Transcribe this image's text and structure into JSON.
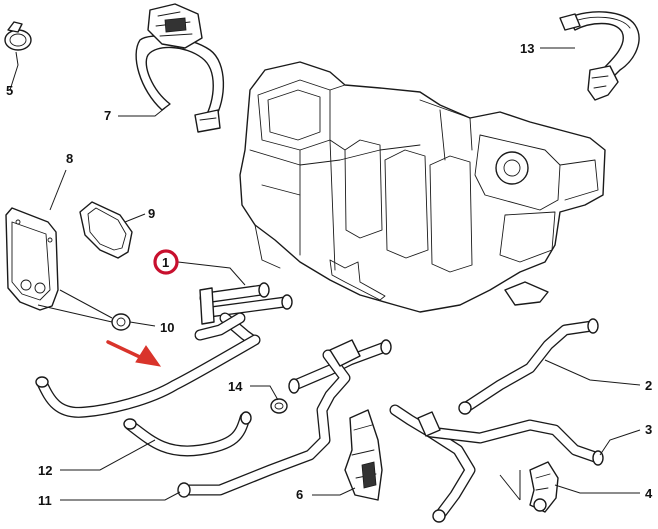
{
  "callouts": {
    "c1": "1",
    "c2": "2",
    "c3": "3",
    "c4": "4",
    "c5": "5",
    "c6": "6",
    "c7": "7",
    "c8": "8",
    "c9": "9",
    "c10": "10",
    "c11": "11",
    "c12": "12",
    "c13": "13",
    "c14": "14"
  },
  "colors": {
    "highlight_circle": "#c8102e",
    "arrow": "#d9342b",
    "linework": "#1a1a1a"
  }
}
